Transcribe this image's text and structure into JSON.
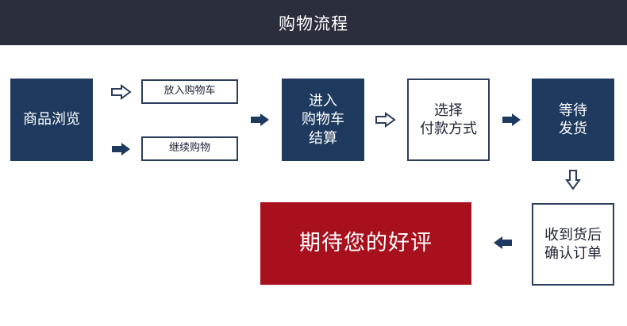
{
  "header": {
    "title": "购物流程"
  },
  "steps": {
    "browse": "商品浏览",
    "add_to_cart": "放入购物车",
    "continue_shopping": "继续购物",
    "enter_cart": "进入\n购物车\n结算",
    "payment": "选择\n付款方式",
    "wait": "等待\n发货",
    "confirm": "收到货后\n确认订单",
    "review": "期待您的好评"
  },
  "colors": {
    "header_bg": "#2b2e3d",
    "box_dark": "#1e3a5f",
    "box_outline": "#2a3d5c",
    "highlight_red": "#a8101e"
  }
}
